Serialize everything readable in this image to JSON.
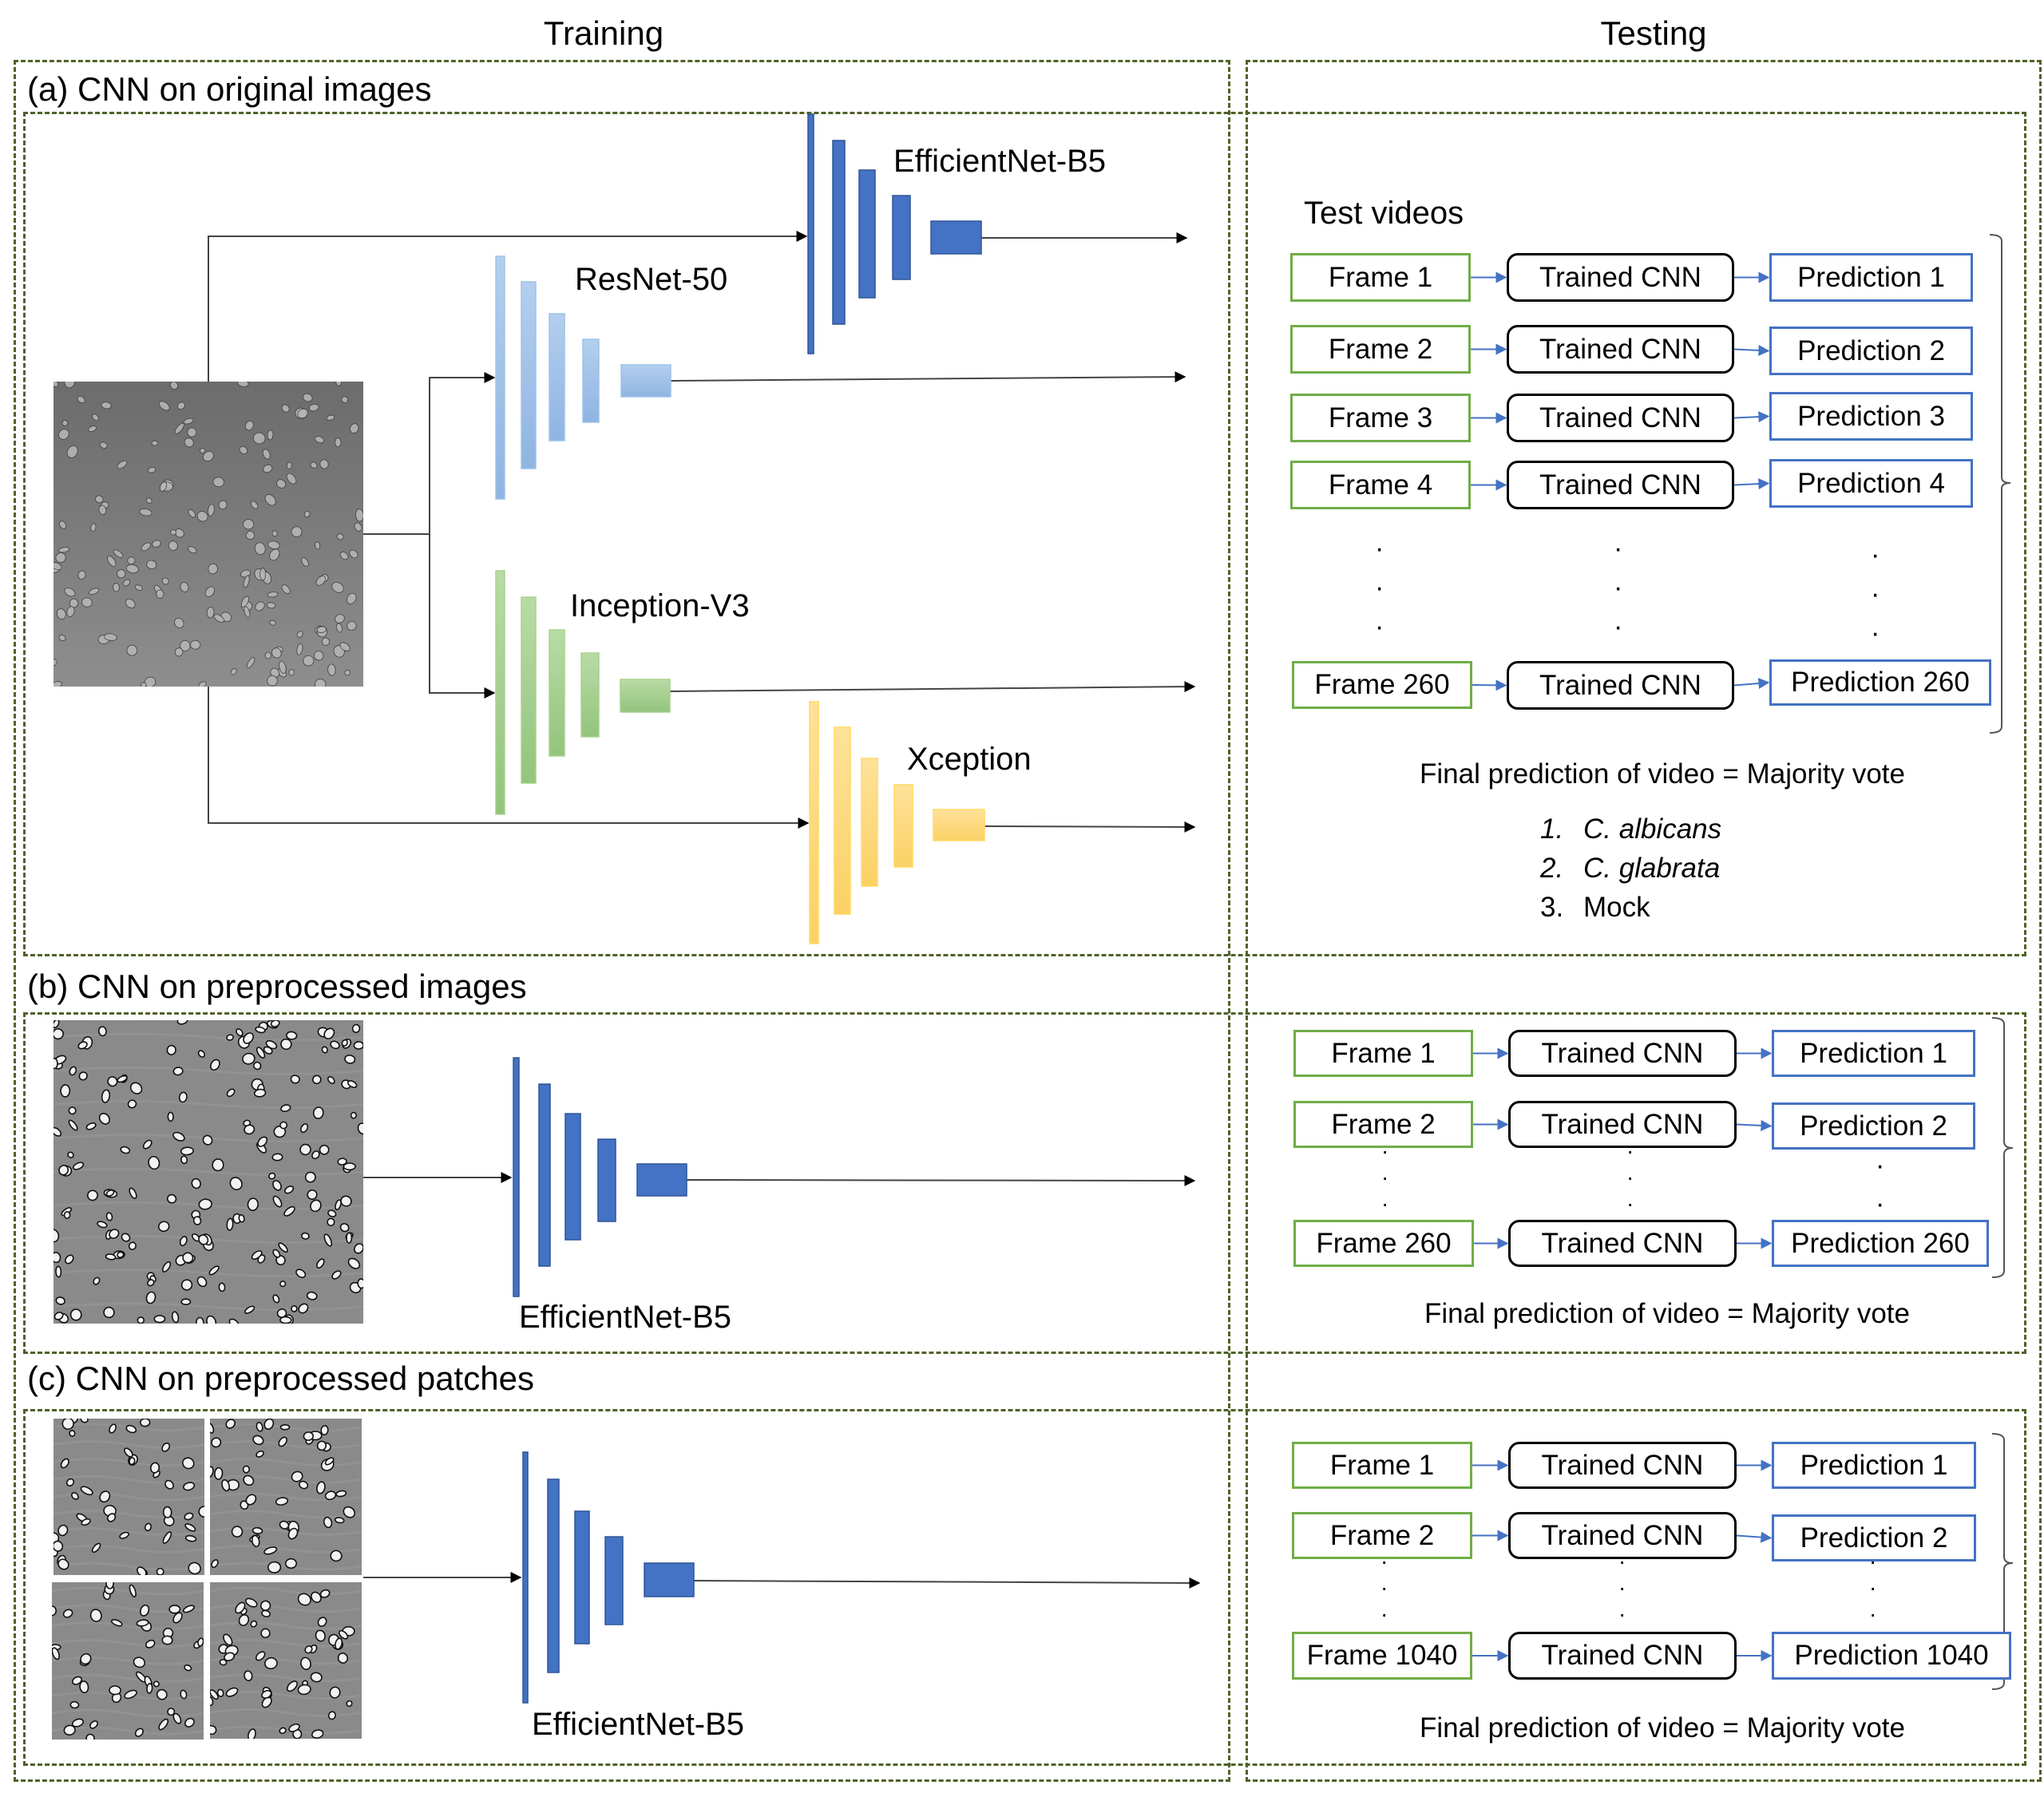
{
  "columns": {
    "training": "Training",
    "testing": "Testing"
  },
  "colors": {
    "frame_border": "#70ad47",
    "prediction_border": "#4472c4",
    "cnn_border": "#000000",
    "dashed_border": "#4f6228",
    "efficientnet": "#4472c4",
    "resnet": "#9dc3e6",
    "inception": "#a9d18e",
    "xception": "#ffd966"
  },
  "sections": [
    {
      "id": "a",
      "title": "(a) CNN on original images",
      "input_image": {
        "type": "original microscopy image",
        "icon": "microscopy-image"
      },
      "models": [
        {
          "name": "EfficientNet-B5",
          "color_key": "efficientnet"
        },
        {
          "name": "ResNet-50",
          "color_key": "resnet"
        },
        {
          "name": "Inception-V3",
          "color_key": "inception"
        },
        {
          "name": "Xception",
          "color_key": "xception"
        }
      ],
      "testing": {
        "heading": "Test videos",
        "rows": [
          {
            "frame": "Frame 1",
            "model": "Trained CNN",
            "prediction": "Prediction 1"
          },
          {
            "frame": "Frame 2",
            "model": "Trained CNN",
            "prediction": "Prediction 2"
          },
          {
            "frame": "Frame 3",
            "model": "Trained CNN",
            "prediction": "Prediction 3"
          },
          {
            "frame": "Frame 4",
            "model": "Trained CNN",
            "prediction": "Prediction 4"
          },
          {
            "frame": "Frame 260",
            "model": "Trained CNN",
            "prediction": "Prediction 260"
          }
        ],
        "ellipsis": "·",
        "final": "Final prediction of video = Majority vote",
        "classes": [
          {
            "num": "1.",
            "name": "C. albicans",
            "italic": true
          },
          {
            "num": "2.",
            "name": "C. glabrata",
            "italic": true
          },
          {
            "num": "3.",
            "name": "Mock",
            "italic": false
          }
        ]
      }
    },
    {
      "id": "b",
      "title": "(b) CNN on preprocessed images",
      "input_image": {
        "type": "preprocessed microscopy image",
        "icon": "microscopy-image"
      },
      "models": [
        {
          "name": "EfficientNet-B5",
          "color_key": "efficientnet"
        }
      ],
      "testing": {
        "rows": [
          {
            "frame": "Frame 1",
            "model": "Trained CNN",
            "prediction": "Prediction 1"
          },
          {
            "frame": "Frame 2",
            "model": "Trained CNN",
            "prediction": "Prediction 2"
          },
          {
            "frame": "Frame 260",
            "model": "Trained CNN",
            "prediction": "Prediction 260"
          }
        ],
        "final": "Final prediction of video = Majority vote"
      }
    },
    {
      "id": "c",
      "title": "(c) CNN on preprocessed patches",
      "input_image": {
        "type": "2x2 preprocessed image patches",
        "icon": "microscopy-patches"
      },
      "models": [
        {
          "name": "EfficientNet-B5",
          "color_key": "efficientnet"
        }
      ],
      "testing": {
        "rows": [
          {
            "frame": "Frame 1",
            "model": "Trained CNN",
            "prediction": "Prediction 1"
          },
          {
            "frame": "Frame 2",
            "model": "Trained CNN",
            "prediction": "Prediction 2"
          },
          {
            "frame": "Frame 1040",
            "model": "Trained CNN",
            "prediction": "Prediction 1040"
          }
        ],
        "final": "Final prediction of video = Majority vote"
      }
    }
  ]
}
